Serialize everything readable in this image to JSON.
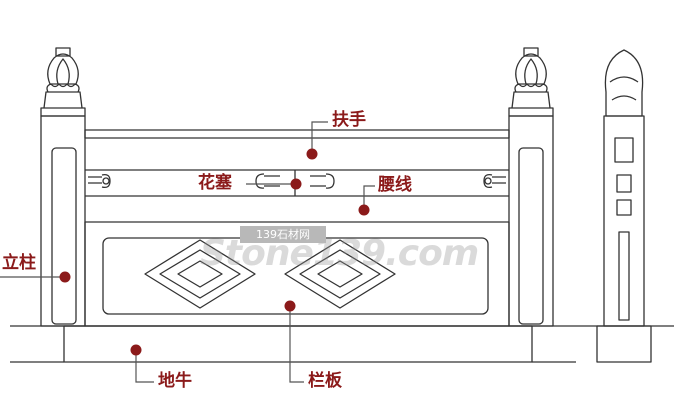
{
  "labels": {
    "handrail": "扶手",
    "flower_block": "花塞",
    "waist_line": "腰线",
    "post": "立柱",
    "ground_beam": "地牛",
    "panel": "栏板"
  },
  "watermark": {
    "badge": "139石材网",
    "logo": "Stone139.com"
  },
  "colors": {
    "line": "#333333",
    "accent": "#8b1a1a",
    "pointer": "#555555"
  }
}
